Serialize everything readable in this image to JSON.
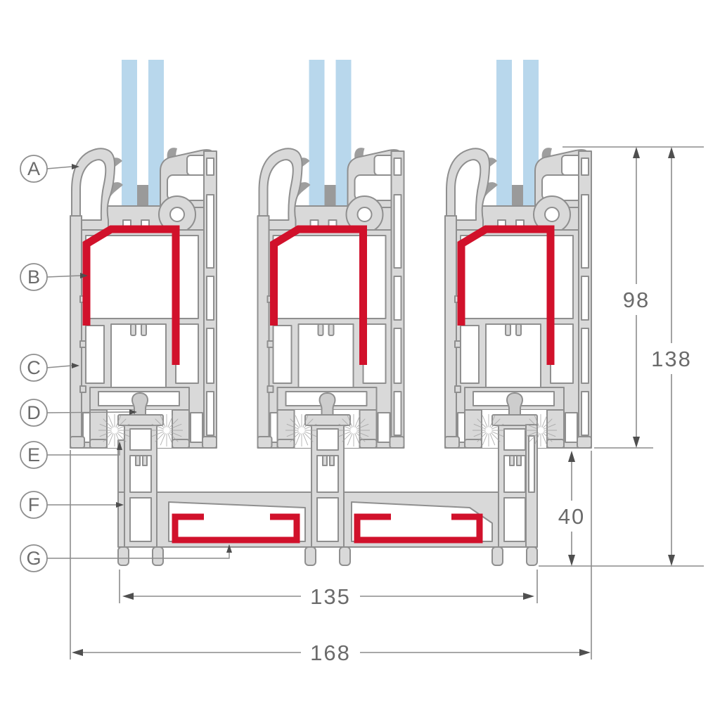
{
  "callouts": {
    "items": [
      {
        "id": "A"
      },
      {
        "id": "B"
      },
      {
        "id": "C"
      },
      {
        "id": "D"
      },
      {
        "id": "E"
      },
      {
        "id": "F"
      },
      {
        "id": "G"
      }
    ]
  },
  "dimensions": {
    "right": [
      {
        "value": "98"
      },
      {
        "value": "138"
      },
      {
        "value": "40"
      }
    ],
    "bottom": [
      {
        "value": "135"
      },
      {
        "value": "168"
      }
    ]
  },
  "colors": {
    "profile": "#d9d9d9",
    "outline": "#8f8f8f",
    "chamber": "#ffffff",
    "glass": "#b8d7ec",
    "spacer": "#9a9a9a",
    "gasket": "#9e9e9e",
    "steel": "#d1112b",
    "dimline": "#8c8c8c",
    "dimtext": "#6b6b6b",
    "arrow": "#4f4f4f",
    "roller": "#cdcdcd",
    "brush": "#a3a3a3",
    "bg": "#ffffff"
  }
}
